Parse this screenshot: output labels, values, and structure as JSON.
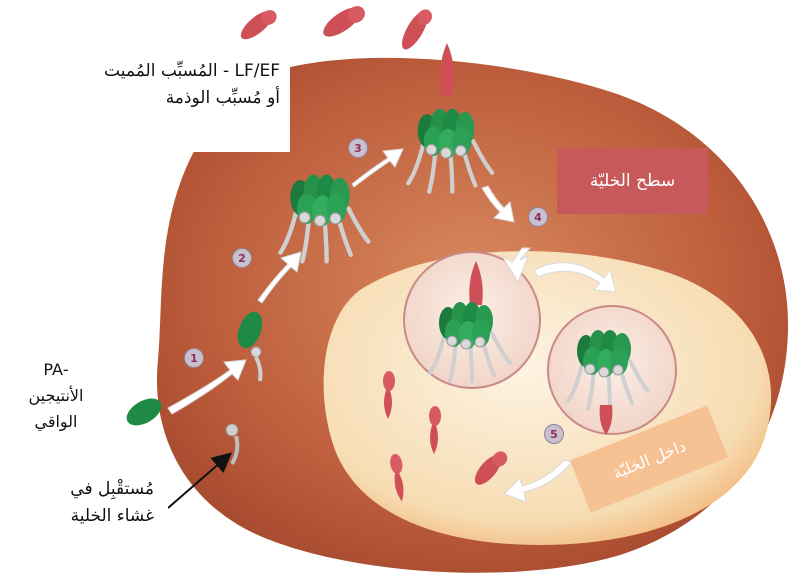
{
  "labels": {
    "toxin_line1": "LF/EF - المُسبِّب المُميت",
    "toxin_line2": "أو مُسبِّب الوذمة",
    "pa_line1": "-PA",
    "pa_line2": "الأنتيجين",
    "pa_line3": "الواقي",
    "receptor_line1": "مُستقْبِل في",
    "receptor_line2": "غشاء الخلية",
    "cell_surface": "سطح الخليّة",
    "cell_inside": "داخل الخليّة"
  },
  "steps": [
    "1",
    "2",
    "3",
    "4",
    "5"
  ],
  "colors": {
    "cell_outer": "#c0603e",
    "cell_inner": "#f8e6c9",
    "pa_green": "#1f8a45",
    "toxin_red": "#cf4f57",
    "surface_badge": "#c7595b",
    "inside_badge": "#f6c193"
  }
}
